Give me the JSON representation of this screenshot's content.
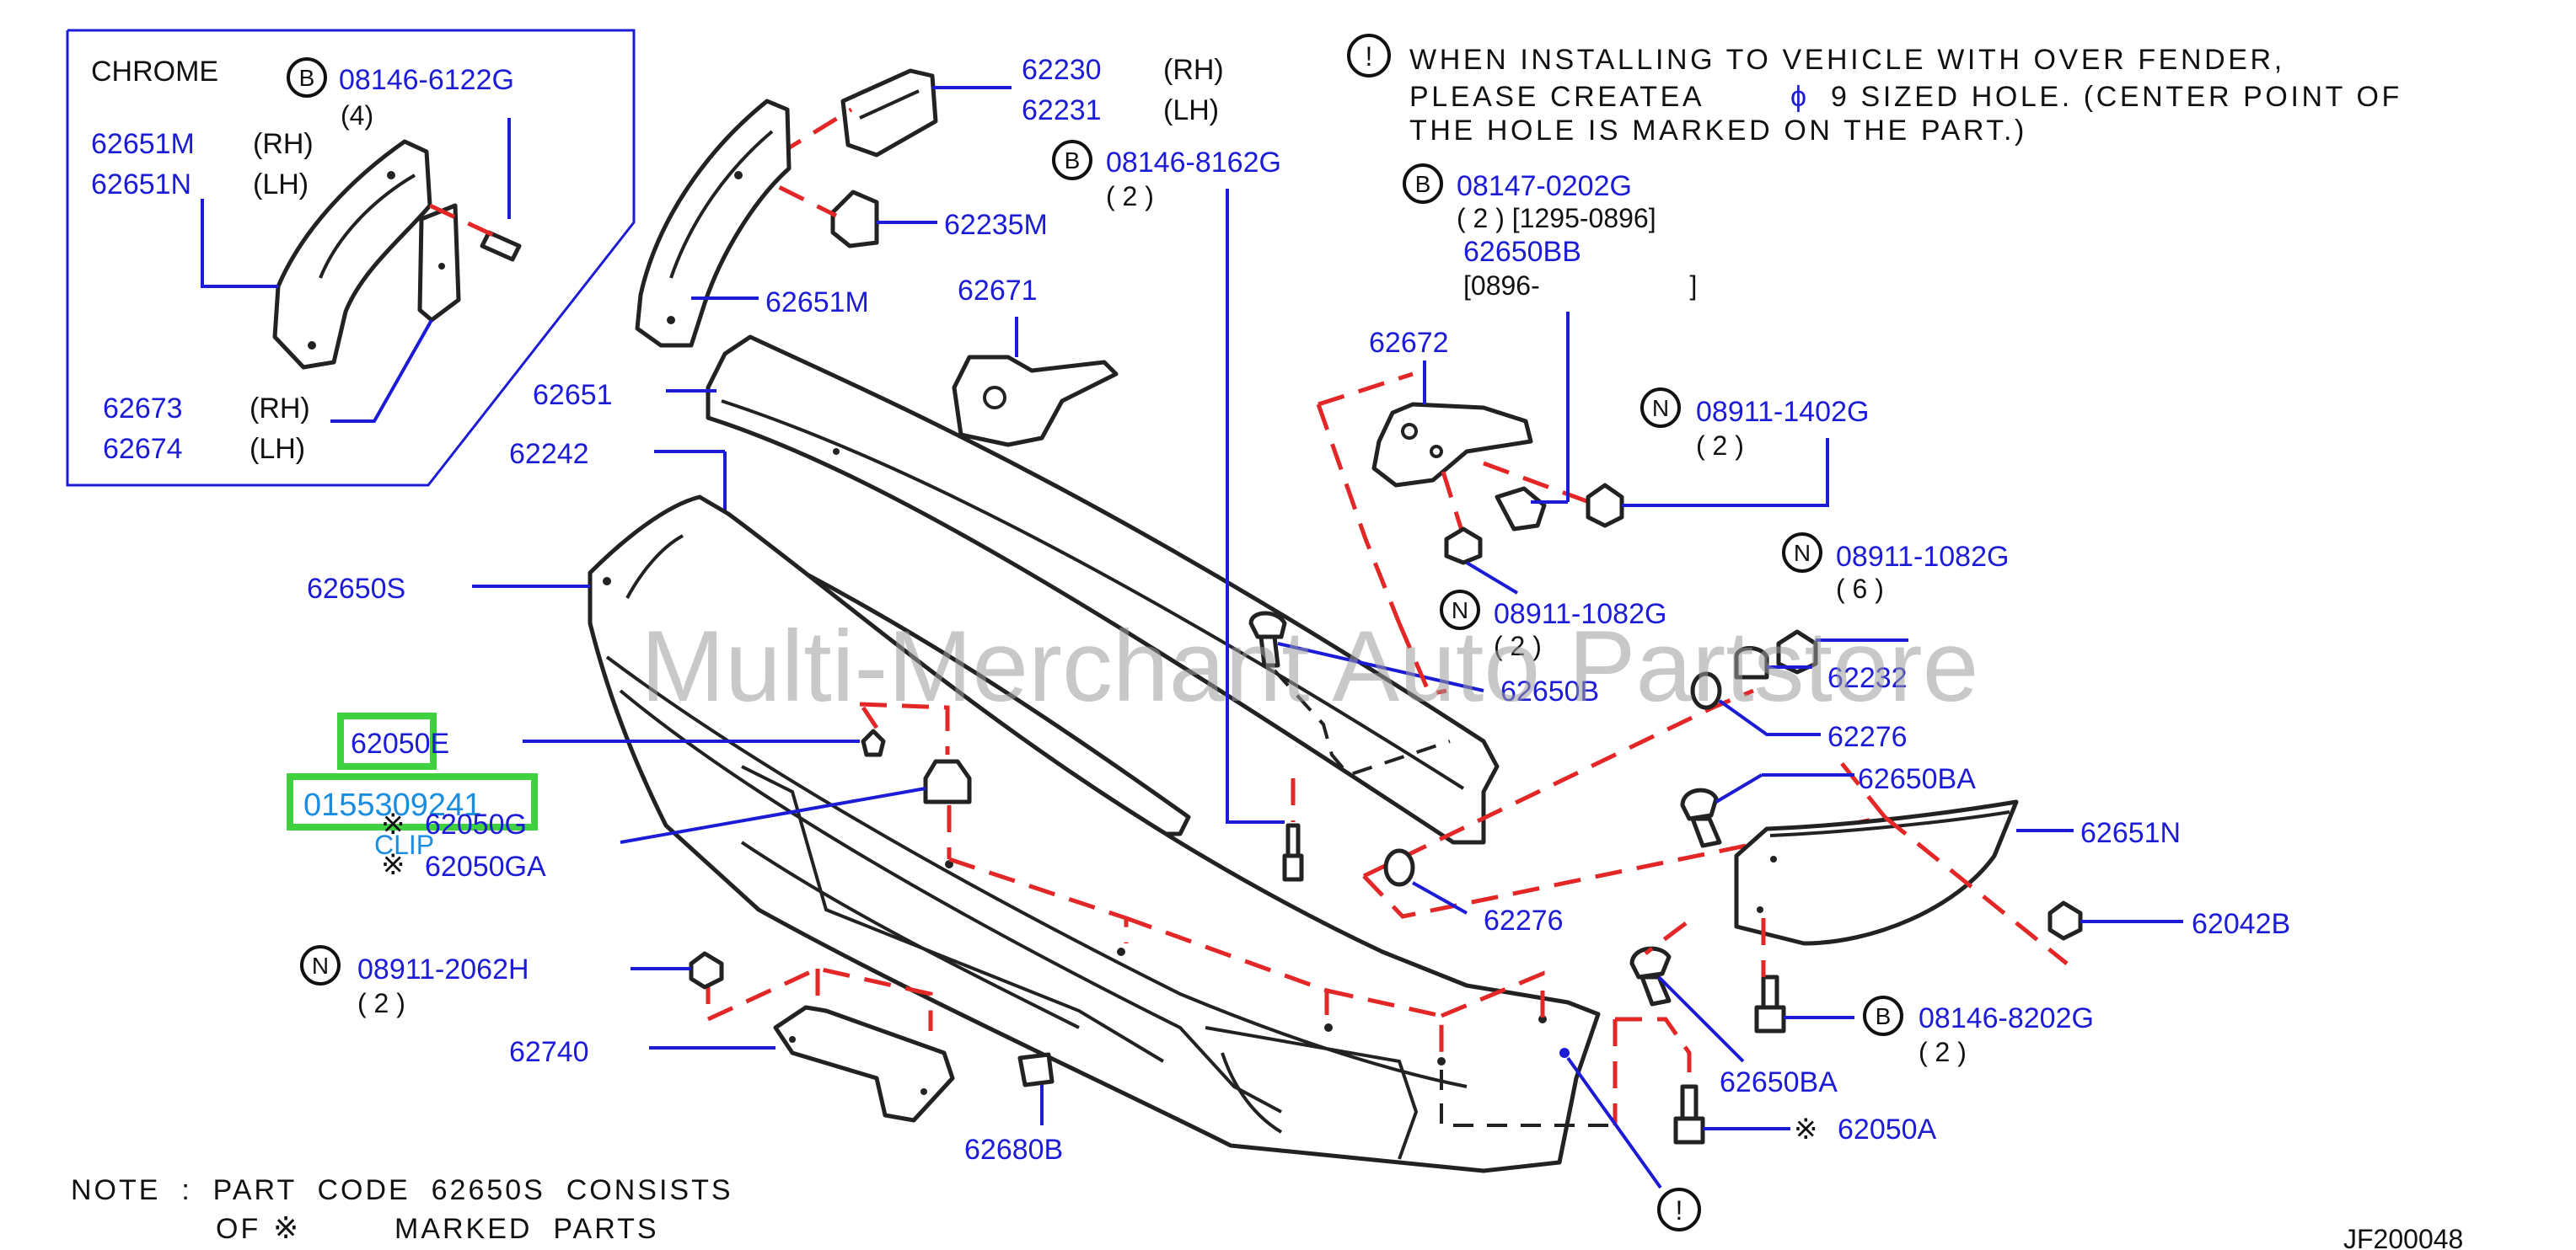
{
  "inset": {
    "chrome_label": "CHROME",
    "bolt_symbol": "B",
    "bolt_code": "08146-6122G",
    "bolt_qty": "(4)",
    "rh_code": "62651M",
    "rh_side": "(RH)",
    "lh_code": "62651N",
    "lh_side": "(LH)",
    "bracket_rh_code": "62673",
    "bracket_rh_side": "(RH)",
    "bracket_lh_code": "62674",
    "bracket_lh_side": "(LH)"
  },
  "warning": {
    "symbol": "!",
    "line1": "WHEN INSTALLING TO VEHICLE WITH OVER FENDER,",
    "line2a": "PLEASE CREATEA",
    "line2_symbol": "ϕ",
    "line2b": "9 SIZED HOLE. (CENTER POINT OF",
    "line3": "THE HOLE IS MARKED ON THE PART.)"
  },
  "callouts": {
    "p62230": "62230",
    "p62230_side": "(RH)",
    "p62231": "62231",
    "p62231_side": "(LH)",
    "p62235M": "62235M",
    "p62651M": "62651M",
    "p62671": "62671",
    "p62651": "62651",
    "p62242": "62242",
    "p62650S": "62650S",
    "p62050E": "62050E",
    "p0155309241": "0155309241",
    "p62050G": "62050G",
    "clip": "CLIP",
    "p62050GA": "62050GA",
    "n08911_2062H": "08911-2062H",
    "n08911_2062H_qty": "( 2 )",
    "p62740": "62740",
    "p62680B": "62680B",
    "b08146_8162G": "08146-8162G",
    "b08146_8162G_qty": "( 2 )",
    "b08147_0202G": "08147-0202G",
    "b08147_0202G_qty": "( 2 ) [1295-0896]",
    "p62650BB": "62650BB",
    "p62650BB_range": "[0896-                    ]",
    "p62672": "62672",
    "n08911_1402G": "08911-1402G",
    "n08911_1402G_qty": "( 2 )",
    "n08911_1082G_a": "08911-1082G",
    "n08911_1082G_a_qty": "( 6 )",
    "n08911_1082G_b": "08911-1082G",
    "n08911_1082G_b_qty": "( 2 )",
    "p62650B": "62650B",
    "p62232": "62232",
    "p62276_a": "62276",
    "p62650BA_a": "62650BA",
    "p62651N": "62651N",
    "p62276_b": "62276",
    "p62042B": "62042B",
    "b08146_8202G": "08146-8202G",
    "b08146_8202G_qty": "( 2 )",
    "p62650BA_b": "62650BA",
    "p62050A": "62050A",
    "bottom_warning_symbol": "!"
  },
  "symbols": {
    "bolt": "B",
    "nut": "N",
    "mark": "※"
  },
  "note": {
    "line1": "NOTE  :  PART  CODE  62650S  CONSISTS",
    "line2a": "OF",
    "line2_mark": "※",
    "line2b": "MARKED  PARTS"
  },
  "watermark": "Multi-Merchant Auto Partstore",
  "diagram_code": "JF200048",
  "colors": {
    "part_number": "#1c1cd6",
    "dashed_guides": "#e32626",
    "highlight_box": "#3fd13f",
    "text": "#111111"
  }
}
